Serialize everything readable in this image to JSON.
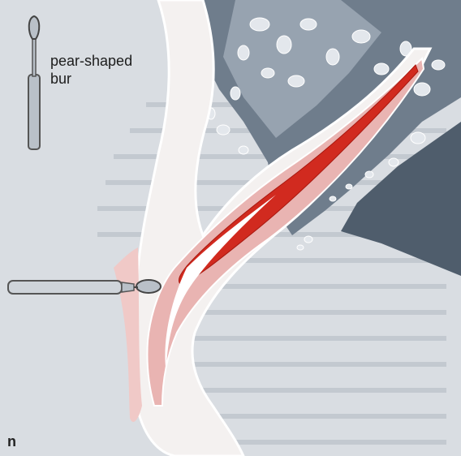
{
  "figure": {
    "label_line1": "pear-shaped",
    "label_line2": "bur",
    "panel_letter": "n"
  },
  "colors": {
    "page": "#d6dadf",
    "bone": "#6f7d8c",
    "bone_dark": "#4f5d6c",
    "canal_fill": "#d12a1f",
    "canal_light": "#e9b4b2",
    "tooth_outline": "#ffffff",
    "instrument": "#b9c0c8",
    "text_gray": "#9aa3ad"
  },
  "icons": [
    "bur-instrument",
    "handpiece-instrument"
  ]
}
